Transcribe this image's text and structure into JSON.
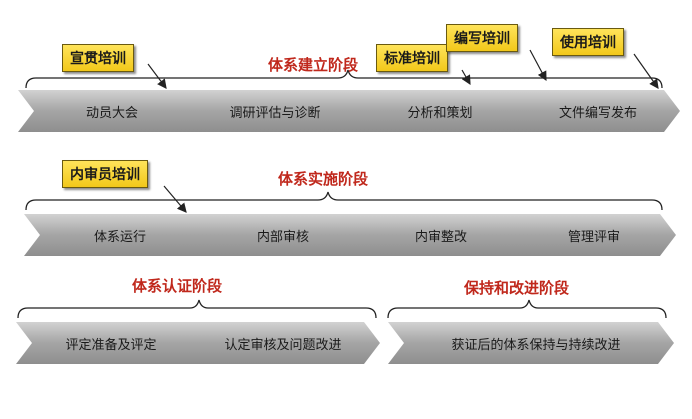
{
  "phases": {
    "build": "体系建立阶段",
    "implement": "体系实施阶段",
    "certify": "体系认证阶段",
    "maintain": "保持和改进阶段"
  },
  "steps": {
    "row1": [
      "动员大会",
      "调研评估与诊断",
      "分析和策划",
      "文件编写发布"
    ],
    "row2": [
      "体系运行",
      "内部审核",
      "内审整改",
      "管理评审"
    ],
    "row3": [
      "评定准备及评定",
      "认定审核及问题改进",
      "获证后的体系保持与持续改进"
    ]
  },
  "trainings": {
    "consistent": "宣贯培训",
    "standard": "标准培训",
    "writing": "编写培训",
    "usage": "使用培训",
    "auditor": "内审员培训"
  },
  "colors": {
    "phase_text": "#c0281c",
    "tag_fill": "#f2c81a",
    "chevron_fill": "#a6a6a6"
  }
}
